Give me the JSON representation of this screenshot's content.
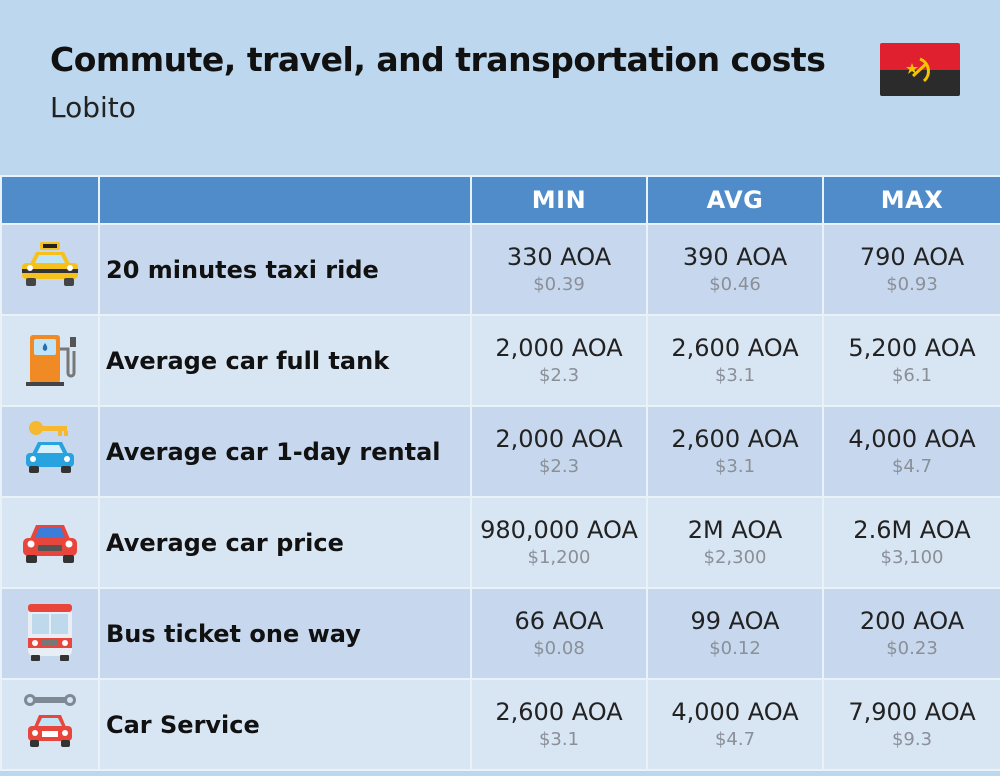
{
  "header": {
    "title": "Commute, travel, and transportation costs",
    "subtitle": "Lobito",
    "flag_icon": "angola-flag-icon",
    "colors": {
      "background": "#bdd7ee",
      "header_row": "#4f8cc9",
      "row_odd": "#c7d8ee",
      "row_even": "#d8e5f3"
    }
  },
  "table": {
    "columns": [
      "",
      "",
      "MIN",
      "AVG",
      "MAX"
    ],
    "rows": [
      {
        "icon": "taxi-icon",
        "label": "20 minutes taxi ride",
        "min": "330 AOA",
        "min_usd": "$0.39",
        "avg": "390 AOA",
        "avg_usd": "$0.46",
        "max": "790 AOA",
        "max_usd": "$0.93"
      },
      {
        "icon": "fuel-pump-icon",
        "label": "Average car full tank",
        "min": "2,000 AOA",
        "min_usd": "$2.3",
        "avg": "2,600 AOA",
        "avg_usd": "$3.1",
        "max": "5,200 AOA",
        "max_usd": "$6.1"
      },
      {
        "icon": "car-key-icon",
        "label": "Average car 1-day rental",
        "min": "2,000 AOA",
        "min_usd": "$2.3",
        "avg": "2,600 AOA",
        "avg_usd": "$3.1",
        "max": "4,000 AOA",
        "max_usd": "$4.7"
      },
      {
        "icon": "car-icon",
        "label": "Average car price",
        "min": "980,000 AOA",
        "min_usd": "$1,200",
        "avg": "2M AOA",
        "avg_usd": "$2,300",
        "max": "2.6M AOA",
        "max_usd": "$3,100"
      },
      {
        "icon": "bus-icon",
        "label": "Bus ticket one way",
        "min": "66 AOA",
        "min_usd": "$0.08",
        "avg": "99 AOA",
        "avg_usd": "$0.12",
        "max": "200 AOA",
        "max_usd": "$0.23"
      },
      {
        "icon": "wrench-car-icon",
        "label": "Car Service",
        "min": "2,600 AOA",
        "min_usd": "$3.1",
        "avg": "4,000 AOA",
        "avg_usd": "$4.7",
        "max": "7,900 AOA",
        "max_usd": "$9.3"
      }
    ]
  }
}
